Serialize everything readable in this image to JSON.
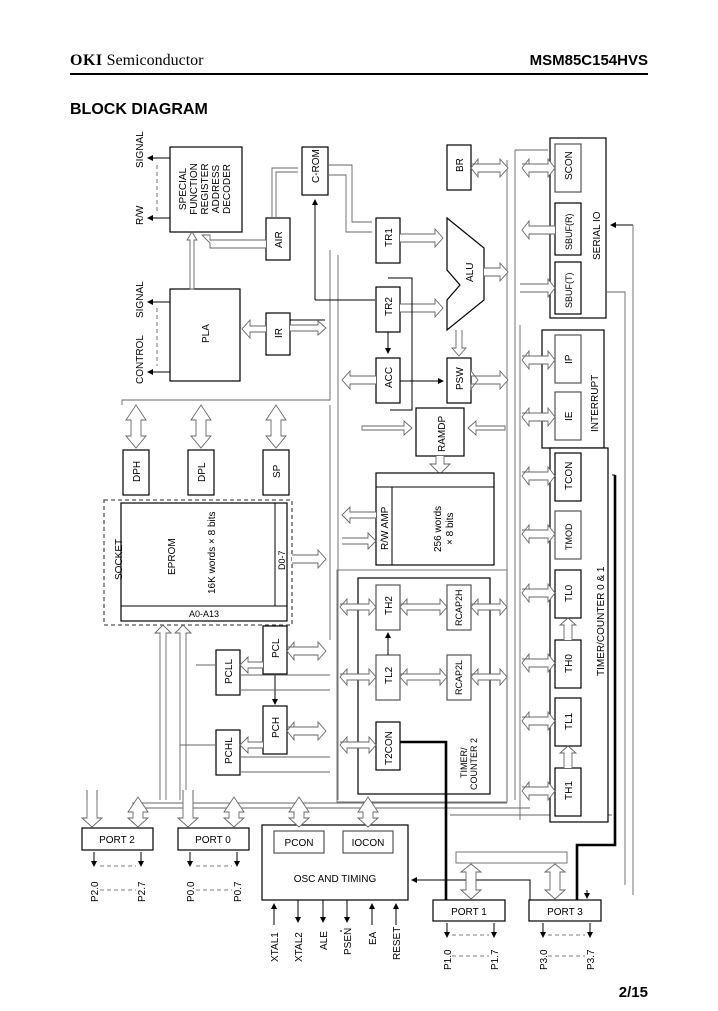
{
  "header": {
    "brand_bold": "OKI",
    "brand_rest": "Semiconductor",
    "part_number": "MSM85C154HVS"
  },
  "title": "BLOCK DIAGRAM",
  "page_number": "2/15",
  "diagram": {
    "sfr_decoder": [
      "SPECIAL",
      "FUNCTION",
      "REGISTER",
      "ADDRESS",
      "DECODER"
    ],
    "sfr_signal_top": "SIGNAL",
    "sfr_signal_bottom": "R/W",
    "pla": "PLA",
    "pla_signal_top": "SIGNAL",
    "pla_signal_bottom": "CONTROL",
    "c_rom": "C-ROM",
    "air": "AIR",
    "ir": "IR",
    "tr1": "TR1",
    "tr2": "TR2",
    "alu": "ALU",
    "acc": "ACC",
    "psw": "PSW",
    "br": "BR",
    "ramdp": "RAMDP",
    "dph": "DPH",
    "dpl": "DPL",
    "sp": "SP",
    "socket": "SOCKET",
    "eprom": "EPROM",
    "eprom_size": "16K words × 8 bits",
    "eprom_data": "D0-7",
    "eprom_addr": "A0-A13",
    "ram_amp": "R/W AMP",
    "ram_size_1": "256 words",
    "ram_size_2": "× 8 bits",
    "th2": "TH2",
    "tl2": "TL2",
    "rcap2h": "RCAP2H",
    "rcap2l": "RCAP2L",
    "t2con": "T2CON",
    "timer2_label_1": "TIMER/",
    "timer2_label_2": "COUNTER 2",
    "pcl": "PCL",
    "pcll": "PCLL",
    "pch": "PCH",
    "pchl": "PCHL",
    "serial_io": "SERIAL IO",
    "scon": "SCON",
    "sbuf_r": "SBUF(R)",
    "sbuf_t": "SBUF(T)",
    "interrupt": "INTERRUPT",
    "ip": "IP",
    "ie": "IE",
    "tcon": "TCON",
    "tmod": "TMOD",
    "tl0": "TL0",
    "th0": "TH0",
    "tl1": "TL1",
    "th1": "TH1",
    "timer01": "TIMER/COUNTER 0 & 1",
    "port2": "PORT 2",
    "port0": "PORT 0",
    "port1": "PORT 1",
    "port3": "PORT 3",
    "p2_first": "P2.0",
    "p2_last": "P2.7",
    "p0_first": "P0.0",
    "p0_last": "P0.7",
    "p1_first": "P1.0",
    "p1_last": "P1.7",
    "p3_first": "P3.0",
    "p3_last": "P3.7",
    "pcon": "PCON",
    "iocon": "IOCON",
    "osc": "OSC AND TIMING",
    "pins": [
      "XTAL1",
      "XTAL2",
      "ALE",
      "PSEN",
      "EA",
      "RESET"
    ]
  }
}
